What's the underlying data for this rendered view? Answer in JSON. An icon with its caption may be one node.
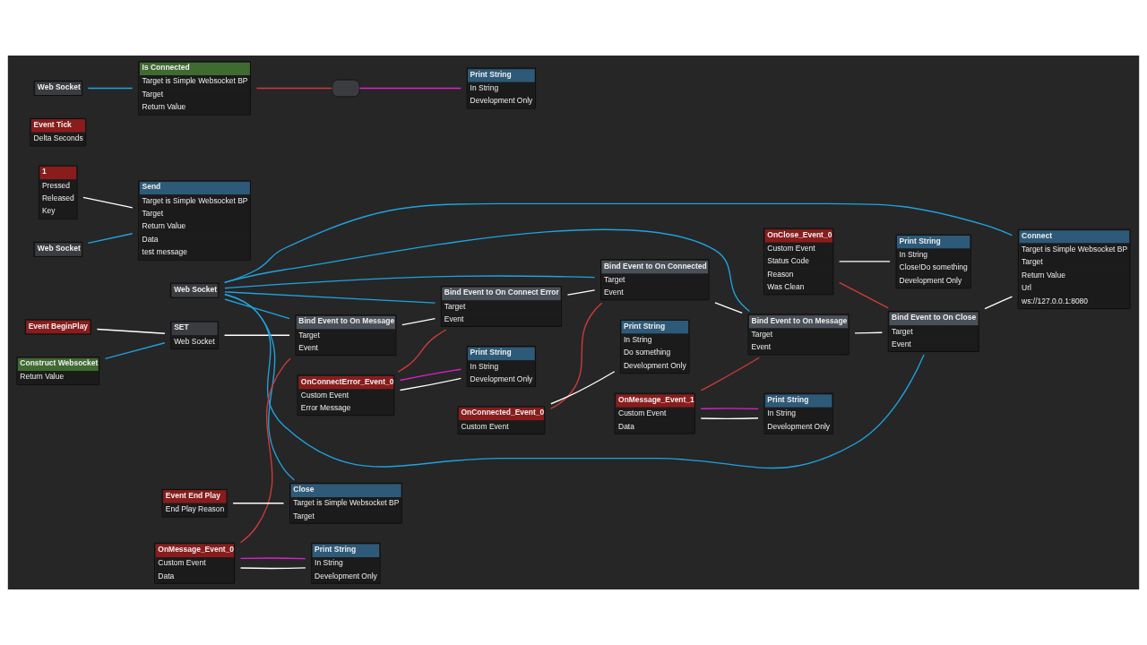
{
  "diagram": {
    "nodes": [
      {
        "text": [
          "Event BeginPlay"
        ]
      },
      {
        "text": [
          "SET",
          "Web Socket"
        ]
      },
      {
        "text": [
          "Construct Websocket",
          "Return Value"
        ]
      },
      {
        "text": [
          "Bind Event to On Message",
          "Target",
          "Event"
        ]
      },
      {
        "text": [
          "Bind Event to On Connect Error",
          "Target",
          "Event"
        ]
      },
      {
        "text": [
          "Bind Event to On Connected",
          "Target",
          "Event"
        ]
      },
      {
        "text": [
          "Bind Event to On Message",
          "Target",
          "Event"
        ]
      },
      {
        "text": [
          "Bind Event to On Close",
          "Target",
          "Event"
        ]
      },
      {
        "text": [
          "Connect",
          "Target is Simple Websocket BP",
          "Target",
          "Return Value",
          "Url",
          "ws://127.0.0.1:8080"
        ]
      },
      {
        "text": [
          "Web Socket"
        ]
      },
      {
        "text": [
          "OnMessage_Event_0",
          "Custom Event",
          "Data"
        ]
      },
      {
        "text": [
          "Print String",
          "In String",
          "Development Only"
        ]
      },
      {
        "text": [
          "OnConnectError_Event_0",
          "Custom Event",
          "Error Message"
        ]
      },
      {
        "text": [
          "Print String",
          "In String",
          "Development Only"
        ]
      },
      {
        "text": [
          "OnConnected_Event_0",
          "Custom Event"
        ]
      },
      {
        "text": [
          "Print String",
          "In String",
          "Do something",
          "Development Only"
        ]
      },
      {
        "text": [
          "OnMessage_Event_1",
          "Custom Event",
          "Data"
        ]
      },
      {
        "text": [
          "Print String",
          "In String",
          "Development Only"
        ]
      },
      {
        "text": [
          "OnClose_Event_0",
          "Custom Event",
          "Status Code",
          "Reason",
          "Was Clean"
        ]
      },
      {
        "text": [
          "Print String",
          "In String",
          "Close!Do something",
          "Development Only"
        ]
      },
      {
        "text": [
          "Event End Play",
          "End Play Reason"
        ]
      },
      {
        "text": [
          "Close",
          "Target is Simple Websocket BP",
          "Target"
        ]
      },
      {
        "text": [
          "1",
          "Pressed",
          "Released",
          "Key"
        ]
      },
      {
        "text": [
          "Send",
          "Target is Simple Websocket BP",
          "Target",
          "Return Value",
          "Data",
          "test message"
        ]
      },
      {
        "text": [
          "Web Socket"
        ]
      },
      {
        "text": [
          "Event Tick",
          "Delta Seconds"
        ]
      },
      {
        "text": [
          "Is Connected",
          "Target is Simple Websocket BP",
          "Target",
          "Return Value"
        ]
      },
      {
        "text": [
          "Print String",
          "In String",
          "Development Only"
        ]
      },
      {
        "text": [
          "Web Socket"
        ]
      },
      {
        "text": [],
        "shape": "box"
      }
    ],
    "edges": [
      {
        "from": 0,
        "to": 1,
        "arrow": "none"
      },
      {
        "from": 2,
        "to": 1,
        "arrow": "none",
        "color": "#1fa3e0"
      },
      {
        "from": 1,
        "to": 3,
        "arrow": "none"
      },
      {
        "from": 3,
        "to": 4,
        "arrow": "none"
      },
      {
        "from": 4,
        "to": 5,
        "arrow": "none"
      },
      {
        "from": 5,
        "to": 6,
        "arrow": "none"
      },
      {
        "from": 6,
        "to": 7,
        "arrow": "none"
      },
      {
        "from": 7,
        "to": 8,
        "arrow": "none"
      },
      {
        "from": 9,
        "to": 3,
        "arrow": "none",
        "color": "#1fa3e0"
      },
      {
        "from": 9,
        "to": 4,
        "arrow": "none",
        "color": "#1fa3e0"
      },
      {
        "from": 9,
        "to": 5,
        "arrow": "none",
        "color": "#1fa3e0"
      },
      {
        "from": 9,
        "to": 6,
        "arrow": "none",
        "color": "#1fa3e0"
      },
      {
        "from": 9,
        "to": 7,
        "arrow": "none",
        "color": "#1fa3e0"
      },
      {
        "from": 9,
        "to": 8,
        "arrow": "none",
        "color": "#1fa3e0"
      },
      {
        "from": 9,
        "to": 21,
        "arrow": "none",
        "color": "#1fa3e0"
      },
      {
        "from": 10,
        "to": 3,
        "arrow": "none",
        "color": "#d03a3a"
      },
      {
        "from": 12,
        "to": 4,
        "arrow": "none",
        "color": "#d03a3a"
      },
      {
        "from": 14,
        "to": 5,
        "arrow": "none",
        "color": "#d03a3a"
      },
      {
        "from": 16,
        "to": 6,
        "arrow": "none",
        "color": "#d03a3a"
      },
      {
        "from": 18,
        "to": 7,
        "arrow": "none",
        "color": "#d03a3a"
      },
      {
        "from": 10,
        "to": 11,
        "arrow": "none"
      },
      {
        "from": 10,
        "to": 11,
        "arrow": "none",
        "color": "#e020d0"
      },
      {
        "from": 12,
        "to": 13,
        "arrow": "none"
      },
      {
        "from": 12,
        "to": 13,
        "arrow": "none",
        "color": "#e020d0"
      },
      {
        "from": 14,
        "to": 15,
        "arrow": "none"
      },
      {
        "from": 16,
        "to": 17,
        "arrow": "none"
      },
      {
        "from": 16,
        "to": 17,
        "arrow": "none",
        "color": "#e020d0"
      },
      {
        "from": 18,
        "to": 19,
        "arrow": "none"
      },
      {
        "from": 20,
        "to": 21,
        "arrow": "none"
      },
      {
        "from": 22,
        "to": 23,
        "arrow": "none"
      },
      {
        "from": 24,
        "to": 23,
        "arrow": "none",
        "color": "#1fa3e0"
      },
      {
        "from": 28,
        "to": 26,
        "arrow": "none",
        "color": "#1fa3e0"
      },
      {
        "from": 26,
        "to": 29,
        "arrow": "none",
        "color": "#d03a3a"
      },
      {
        "from": 29,
        "to": 27,
        "arrow": "none",
        "color": "#e020d0"
      }
    ]
  }
}
